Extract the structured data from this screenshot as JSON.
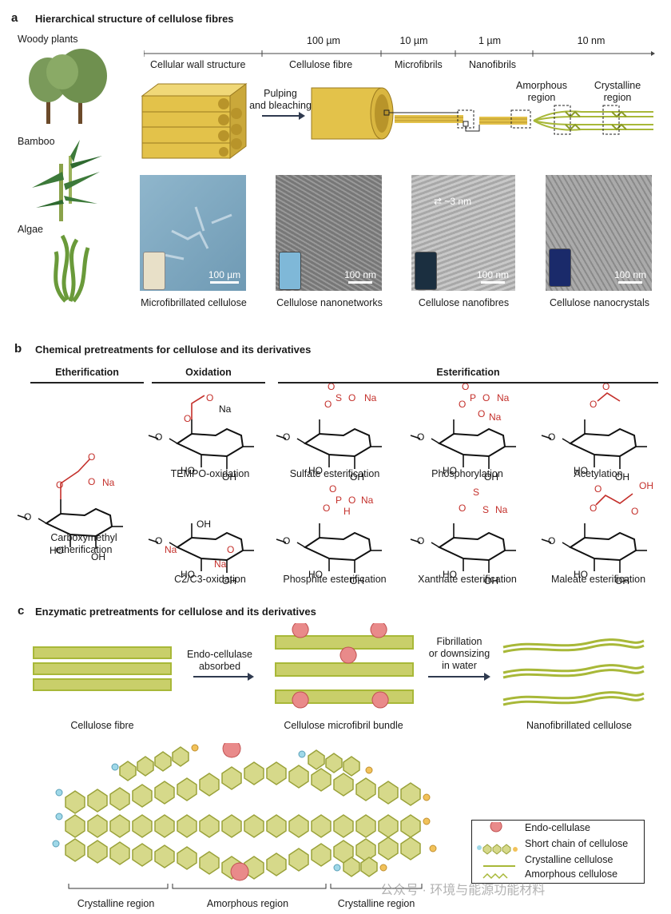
{
  "panel_a": {
    "letter": "a",
    "title": "Hierarchical structure of cellulose fibres",
    "sources": [
      "Woody plants",
      "Bamboo",
      "Algae"
    ],
    "scales": [
      "100 µm",
      "10 µm",
      "1 µm",
      "10 nm"
    ],
    "levels": [
      "Cellular wall structure",
      "Cellulose fibre",
      "Microfibrils",
      "Nanofibrils"
    ],
    "process_label": "Pulping\nand bleaching",
    "amorphous_label": "Amorphous\nregion",
    "crystalline_label": "Crystalline\nregion",
    "micrographs": [
      {
        "caption": "Microfibrillated cellulose",
        "scale_bar": "100 µm"
      },
      {
        "caption": "Cellulose nanonetworks",
        "scale_bar": "100 nm"
      },
      {
        "caption": "Cellulose nanofibres",
        "scale_bar": "100 nm",
        "annotation": "~3 nm"
      },
      {
        "caption": "Cellulose nanocrystals",
        "scale_bar": "100 nm"
      }
    ]
  },
  "panel_b": {
    "letter": "b",
    "title": "Chemical pretreatments for cellulose and its derivatives",
    "headers": [
      "Etherification",
      "Oxidation",
      "Esterification"
    ],
    "structures": [
      "Carboxymethyl\netherification",
      "TEMPO-oxidation",
      "Sulfate esterification",
      "Phosphorylation",
      "Acetylation",
      "C2/C3-oxidation",
      "Phosphite esterification",
      "Xanthate esterification",
      "Maleate esterification"
    ]
  },
  "panel_c": {
    "letter": "c",
    "title": "Enzymatic pretreatments for cellulose and its derivatives",
    "step1": "Endo-cellulase\nabsorbed",
    "step2": "Fibrillation\nor downsizing\nin water",
    "stages": [
      "Cellulose fibre",
      "Cellulose microfibril bundle",
      "Nanofibrillated cellulose"
    ],
    "regions": [
      "Crystalline region",
      "Amorphous region",
      "Crystalline region"
    ],
    "legend": [
      "Endo-cellulase",
      "Short chain of cellulose",
      "Crystalline cellulose",
      "Amorphous cellulose"
    ]
  },
  "watermark": "公众号 · 环境与能源功能材料",
  "colors": {
    "fibre": "#e3c24a",
    "fibre_dark": "#b8942a",
    "chain": "#b9c23a",
    "chain_fill": "#d6d98a",
    "red": "#c4302b",
    "enzyme": "#e06a6a"
  }
}
